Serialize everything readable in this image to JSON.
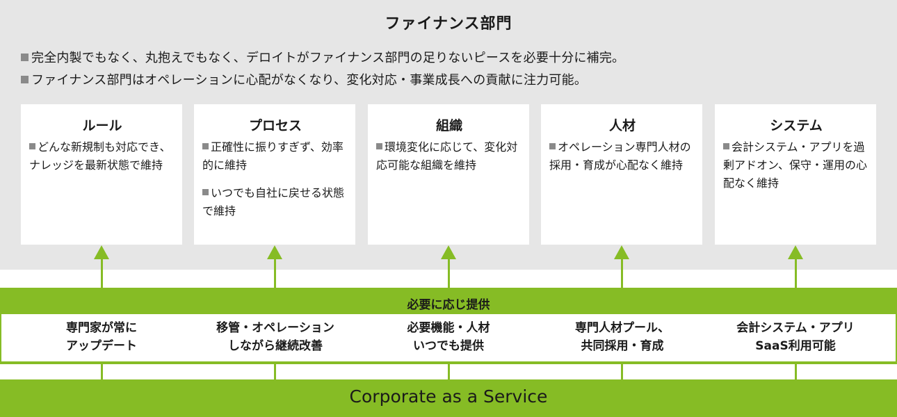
{
  "title": "ファイナンス部門",
  "summary": [
    "完全内製でもなく、丸抱えでもなく、デロイトがファイナンス部門の足りないピースを必要十分に補完。",
    "ファイナンス部門はオペレーションに心配がなくなり、変化対応・事業成長への貢献に注力可能。"
  ],
  "cards": [
    {
      "title": "ルール",
      "items": [
        "どんな新規制も対応でき､ナレッジを最新状態で維持"
      ]
    },
    {
      "title": "プロセス",
      "items": [
        "正確性に振りすぎず、効率的に維持",
        "いつでも自社に戻せる状態で維持"
      ]
    },
    {
      "title": "組織",
      "items": [
        "環境変化に応じて、変化対応可能な組織を維持"
      ]
    },
    {
      "title": "人材",
      "items": [
        "オペレーション専門人材の採用・育成が心配なく維持"
      ]
    },
    {
      "title": "システム",
      "items": [
        "会計システム・アプリを過剰アドオン、保守・運用の心配なく維持"
      ]
    }
  ],
  "band_label": "必要に応じ提供",
  "services": [
    [
      "専門家が常に",
      "アップデート"
    ],
    [
      "移管・オペレーション",
      "しながら継続改善"
    ],
    [
      "必要機能・人材",
      "いつでも提供"
    ],
    [
      "専門人材プール、",
      "共同採用・育成"
    ],
    [
      "会計システム・アプリ",
      "SaaS利用可能"
    ]
  ],
  "footer": "Corporate as a Service",
  "colors": {
    "accent": "#86bc25",
    "panel": "#e6e6e6",
    "bullet": "#8a8a8a"
  }
}
